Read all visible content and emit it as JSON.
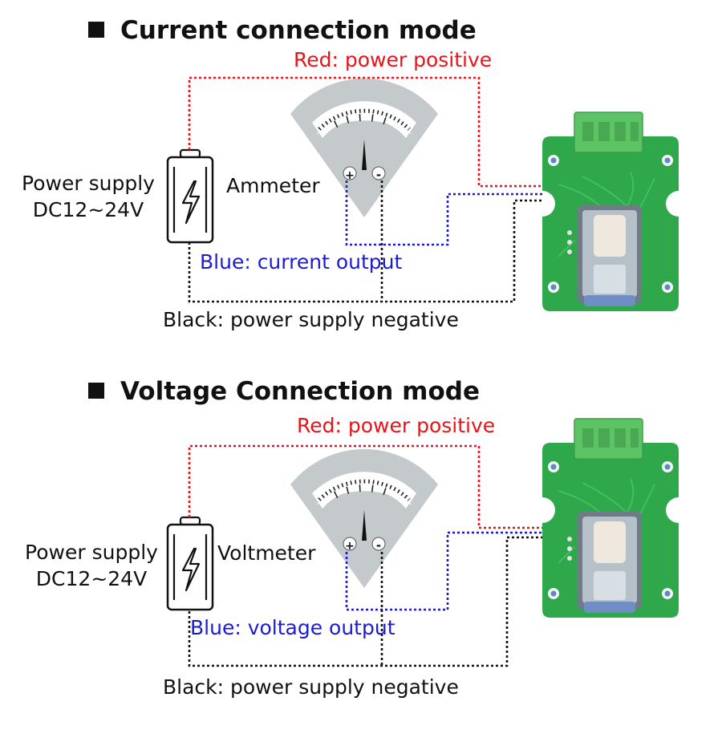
{
  "colors": {
    "red": "#e8141a",
    "blue": "#1b1bd6",
    "black": "#111111",
    "pcb": "#2ea84b",
    "terminal": "#5cc464",
    "meter": "#c4c9cb"
  },
  "sections": [
    {
      "title": "Current connection mode",
      "red_label": "Red: power positive",
      "supply_line1": "Power supply",
      "supply_line2": "DC12~24V",
      "meter_label": "Ammeter",
      "plus": "+",
      "minus": "-",
      "blue_label": "Blue: current output",
      "black_label": "Black: power supply negative"
    },
    {
      "title": "Voltage Connection mode",
      "red_label": "Red: power positive",
      "supply_line1": "Power supply",
      "supply_line2": "DC12~24V",
      "meter_label": "Voltmeter",
      "plus": "+",
      "minus": "-",
      "blue_label": "Blue: voltage output",
      "black_label": "Black: power supply negative"
    }
  ]
}
